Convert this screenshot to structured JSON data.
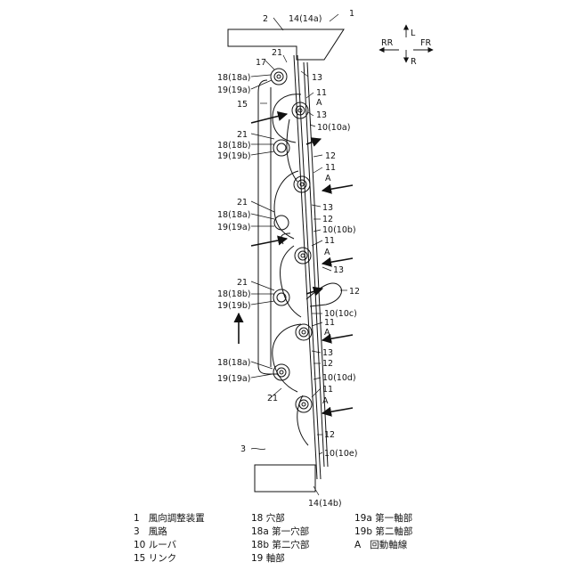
{
  "figure": {
    "callouts": {
      "n1": "1",
      "n2": "2",
      "n3": "3",
      "n14a": "14(14a)",
      "n14b": "14(14b)",
      "n21": "21",
      "n17": "17",
      "n18a": "18(18a)",
      "n19a": "19(19a)",
      "n18b": "18(18b)",
      "n19b": "19(19b)",
      "n15": "15",
      "n13": "13",
      "n11": "11",
      "nA": "A",
      "n12": "12",
      "n10a": "10(10a)",
      "n10b": "10(10b)",
      "n10c": "10(10c)",
      "n10d": "10(10d)",
      "n10e": "10(10e)"
    },
    "direction_key": {
      "left": "L",
      "right": "R",
      "rear": "RR",
      "front": "FR"
    }
  },
  "legend": [
    {
      "code": "1",
      "name": "風向調整装置"
    },
    {
      "code": "3",
      "name": "風路"
    },
    {
      "code": "10",
      "name": "ルーバ"
    },
    {
      "code": "15",
      "name": "リンク"
    },
    {
      "code": "18",
      "name": "穴部"
    },
    {
      "code": "18a",
      "name": "第一穴部"
    },
    {
      "code": "18b",
      "name": "第二穴部"
    },
    {
      "code": "19",
      "name": "軸部"
    },
    {
      "code": "19a",
      "name": "第一軸部"
    },
    {
      "code": "19b",
      "name": "第二軸部"
    },
    {
      "code": "A",
      "name": "回動軸線"
    }
  ],
  "colors": {
    "line": "#111111",
    "background": "#ffffff"
  }
}
